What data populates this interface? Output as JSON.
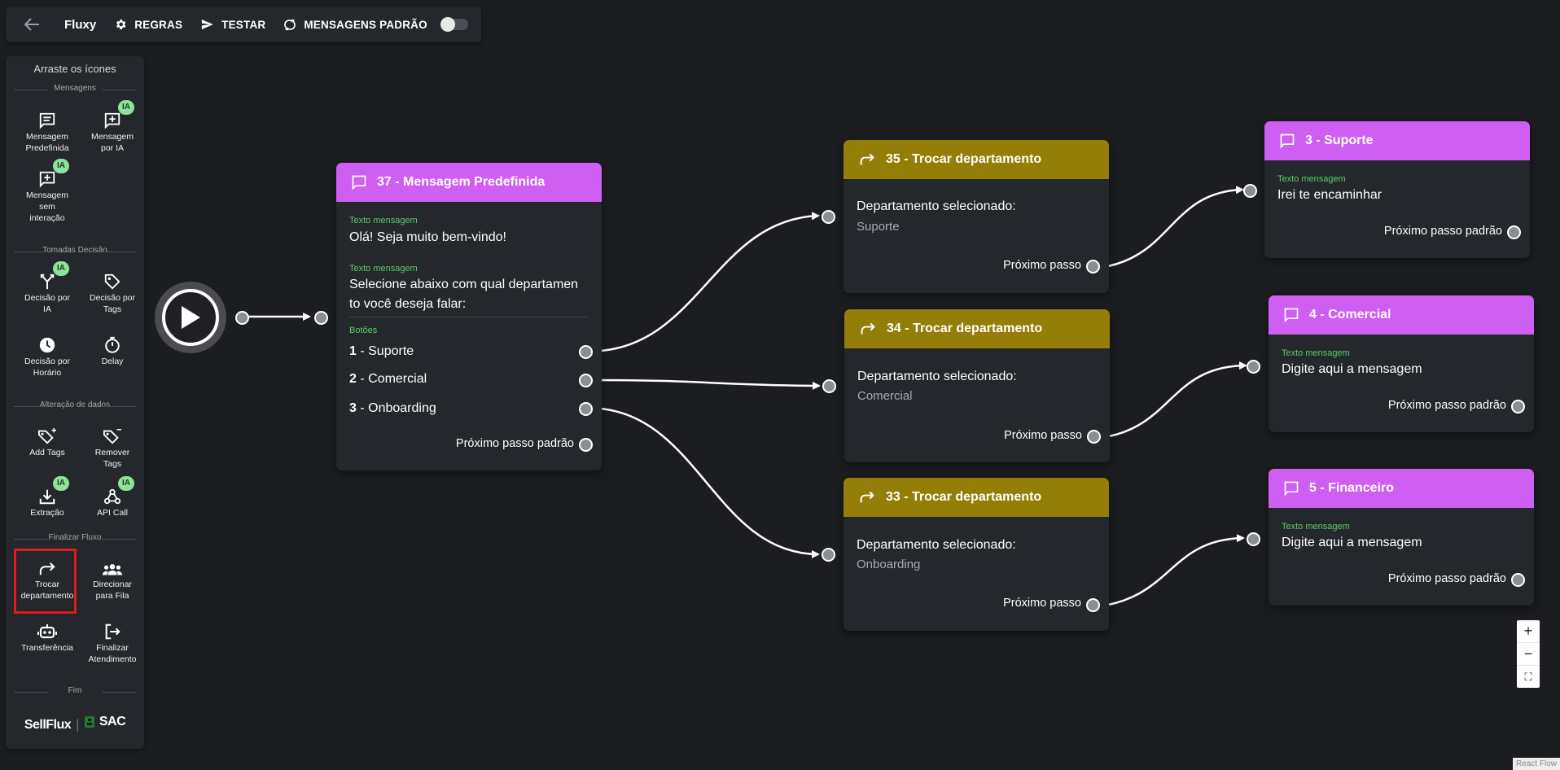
{
  "topbar": {
    "title": "Fluxy",
    "rules": "REGRAS",
    "test": "TESTAR",
    "default_messages": "MENSAGENS PADRÃO"
  },
  "sidebar": {
    "header": "Arraste os ícones",
    "sections": {
      "messages": "Mensagens",
      "decisions": "Tomadas Decisão",
      "data": "Alteração de dados",
      "finish": "Finalizar Fluxo",
      "end": "Fim"
    },
    "badge": "IA",
    "tools": {
      "predef": [
        "Mensagem",
        "Predefinida"
      ],
      "ai_msg": [
        "Mensagem",
        "por IA"
      ],
      "no_interact": [
        "Mensagem",
        "sem",
        "interação"
      ],
      "ai_decision": [
        "Decisão por",
        "IA"
      ],
      "tag_decision": [
        "Decisão por",
        "Tags"
      ],
      "time_decision": [
        "Decisão por",
        "Horário"
      ],
      "delay": [
        "Delay"
      ],
      "add_tags": [
        "Add Tags"
      ],
      "remove_tags": [
        "Remover",
        "Tags"
      ],
      "extract": [
        "Extração"
      ],
      "api": [
        "API Call"
      ],
      "change_dept": [
        "Trocar",
        "departamento"
      ],
      "queue": [
        "Direcionar",
        "para Fila"
      ],
      "transfer": [
        "Transferência"
      ],
      "end_service": [
        "Finalizar",
        "Atendimento"
      ]
    },
    "brand": {
      "sellflux": "SellFlux",
      "sac": "SAC"
    }
  },
  "nodes": {
    "n37": {
      "title": "37 - Mensagem Predefinida",
      "label1": "Texto mensagem",
      "text1": "Olá! Seja muito bem-vindo!",
      "label2": "Texto mensagem",
      "text2a": "Selecione abaixo com qual departamen",
      "text2b": "to você deseja falar:",
      "buttons_label": "Botões",
      "buttons": [
        {
          "num": "1",
          "sep": " - ",
          "name": "Suporte"
        },
        {
          "num": "2",
          "sep": " - ",
          "name": "Comercial"
        },
        {
          "num": "3",
          "sep": " - ",
          "name": "Onboarding"
        }
      ],
      "default_next": "Próximo passo padrão"
    },
    "n35": {
      "title": "35 - Trocar departamento",
      "label": "Departamento selecionado:",
      "value": "Suporte",
      "next": "Próximo passo"
    },
    "n34": {
      "title": "34 - Trocar departamento",
      "label": "Departamento selecionado:",
      "value": "Comercial",
      "next": "Próximo passo"
    },
    "n33": {
      "title": "33 - Trocar departamento",
      "label": "Departamento selecionado:",
      "value": "Onboarding",
      "next": "Próximo passo"
    },
    "n3": {
      "title": "3 - Suporte",
      "label": "Texto mensagem",
      "text": "Irei te encaminhar",
      "next": "Próximo passo padrão"
    },
    "n4": {
      "title": "4 - Comercial",
      "label": "Texto mensagem",
      "text": "Digite aqui a mensagem",
      "next": "Próximo passo padrão"
    },
    "n5": {
      "title": "5 - Financeiro",
      "label": "Texto mensagem",
      "text": "Digite aqui a mensagem",
      "next": "Próximo passo padrão"
    }
  },
  "zoom": {
    "in": "+",
    "out": "−",
    "fit": "⛶"
  },
  "attribution": "React Flow",
  "colors": {
    "message_header": "#cf5ef2",
    "department_header": "#957e07",
    "label_green": "#5ccf6a"
  }
}
